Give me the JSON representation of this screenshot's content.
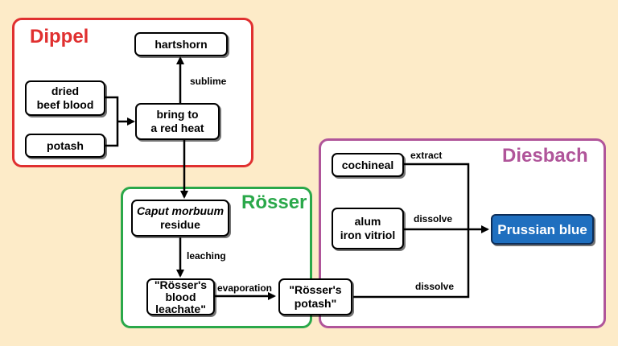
{
  "colors": {
    "background": "#fdebc8",
    "dippel": "#e03030",
    "rosser": "#2aa84a",
    "diesbach": "#b0559a",
    "final_node": "#1f6fbf"
  },
  "regions": {
    "dippel": {
      "title": "Dippel"
    },
    "rosser": {
      "title": "Rösser"
    },
    "diesbach": {
      "title": "Diesbach"
    }
  },
  "nodes": {
    "hartshorn": "hartshorn",
    "dried_beef_blood": [
      "dried",
      "beef blood"
    ],
    "potash": "potash",
    "red_heat": [
      "bring to",
      "a red heat"
    ],
    "caput": {
      "italic": "Caput morbuum",
      "line2": "residue"
    },
    "blood_leachate": [
      "\"Rösser's",
      "blood",
      "leachate\""
    ],
    "rosser_potash": [
      "\"Rösser's",
      "potash\""
    ],
    "cochineal": "cochineal",
    "alum": [
      "alum",
      "iron vitriol"
    ],
    "prussian_blue": "Prussian blue"
  },
  "edge_labels": {
    "sublime": "sublime",
    "leaching": "leaching",
    "evaporation": "evaporation",
    "extract": "extract",
    "dissolve_alum": "dissolve",
    "dissolve_potash": "dissolve"
  }
}
